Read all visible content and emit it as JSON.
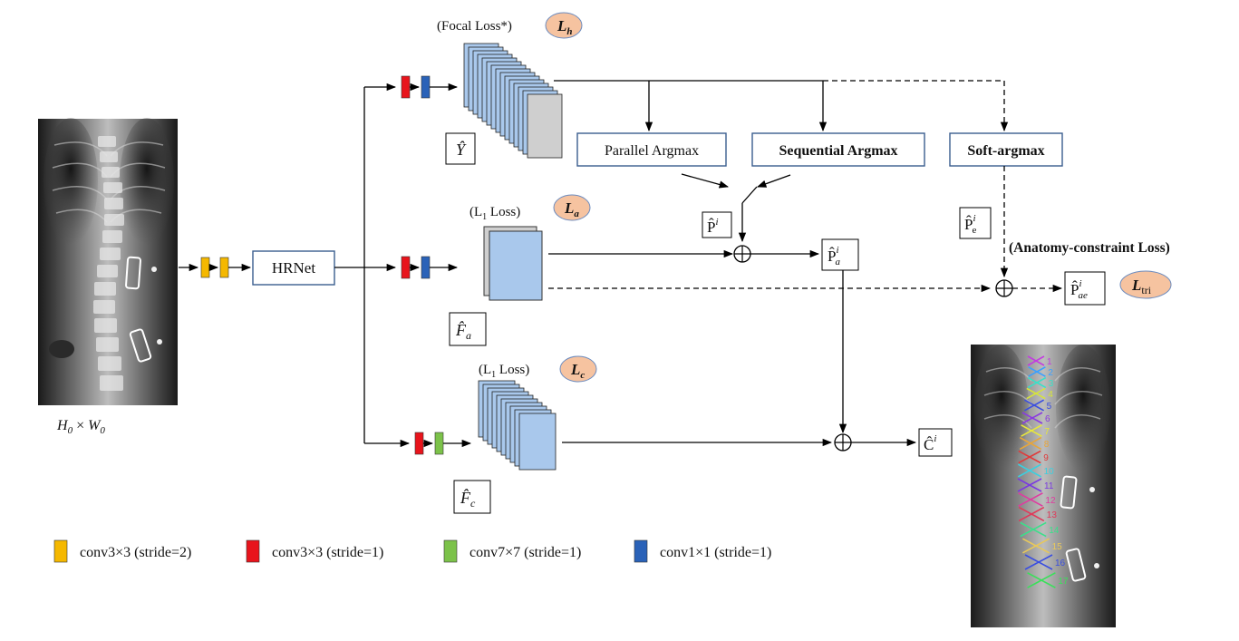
{
  "colors": {
    "conv3x3_s2": "#f5b800",
    "conv3x3_s1": "#e8141c",
    "conv7x7_s1": "#7cc24a",
    "conv1x1_s1": "#2a62b8",
    "box_border": "#3a5d8f",
    "loss_badge": "#f6c3a0",
    "feature_fill": "#a9c8ec",
    "heatmap_fill": "#a9c8ec",
    "heatmap_last": "#cfcfcf"
  },
  "input_image": {
    "caption_base1": "H",
    "caption_sub1": "0",
    "caption_times": "×",
    "caption_base2": "W",
    "caption_sub2": "0"
  },
  "backbone": {
    "label": "HRNet"
  },
  "heads": {
    "heatmap": {
      "loss_name": "(Focal Loss*)",
      "loss_badge_base": "L",
      "loss_badge_sub": "h",
      "output_label": "Ŷ"
    },
    "offset": {
      "loss_prefix": "(L",
      "loss_sub": "1",
      "loss_suffix": " Loss)",
      "loss_badge_base": "L",
      "loss_badge_sub": "a",
      "output_base": "F̂",
      "output_sub": "a"
    },
    "center": {
      "loss_prefix": "(L",
      "loss_sub": "1",
      "loss_suffix": " Loss)",
      "loss_badge_base": "L",
      "loss_badge_sub": "c",
      "output_base": "F̂",
      "output_sub": "c"
    }
  },
  "modules": {
    "parallel": "Parallel Argmax",
    "sequential": "Sequential Argmax",
    "soft": "Soft-argmax"
  },
  "outputs": {
    "p": {
      "base": "P̂",
      "sup": "i"
    },
    "pe": {
      "base": "P̂",
      "sub": "e",
      "sup": "i"
    },
    "pa": {
      "base": "P̂",
      "sub": "a",
      "sup": "i"
    },
    "pae": {
      "base": "P̂",
      "sub": "ae",
      "sup": "i"
    },
    "c": {
      "base": "Ĉ",
      "sup": "i"
    }
  },
  "anatomy": {
    "label": "(Anatomy-constraint Loss)",
    "badge_base": "L",
    "badge_sub": "tri"
  },
  "legend": [
    {
      "key": "conv3x3_s2",
      "label": "conv3×3 (stride=2)"
    },
    {
      "key": "conv3x3_s1",
      "label": "conv3×3 (stride=1)"
    },
    {
      "key": "conv7x7_s1",
      "label": "conv7×7 (stride=1)"
    },
    {
      "key": "conv1x1_s1",
      "label": "conv1×1 (stride=1)"
    }
  ],
  "vertebra_labels": [
    "1",
    "2",
    "3",
    "4",
    "5",
    "6",
    "7",
    "8",
    "9",
    "10",
    "11",
    "12",
    "13",
    "14",
    "15",
    "16",
    "17"
  ]
}
